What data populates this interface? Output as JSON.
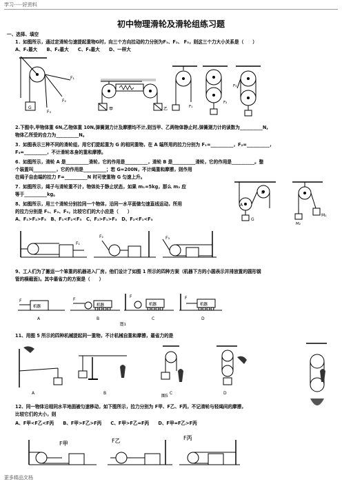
{
  "header": "学习-----好资料",
  "footer": "更多精品文档",
  "title": "初中物理滑轮及滑轮组练习题",
  "section1": "一、选择、填空",
  "q1": {
    "text": "1．如图所示，通过定滑轮匀速提起重物G时，向三个方向拉动的力分别为F₁、F₂、 F₃，则这三个力大小关系是（　　）",
    "options": "A、F₁最大　　B、F₂最大　　C、F₃最大　　D、一样大",
    "fig_labels": {
      "f1": "F₁",
      "f2": "F₂",
      "f3": "F₃",
      "g": "G",
      "jia": "甲",
      "yi": "乙",
      "f1b": "F₁",
      "f2b": "F₂",
      "f3b": "F₃"
    }
  },
  "q2": {
    "line1": "2.下图中,甲物体重 6N,乙物体重 10N,弹簧测力计及摩擦均不计,则当甲、乙两物体静止时,弹簧测力计的读数为__________N,",
    "line2": "物体乙所受的合力为__________N。"
  },
  "q3": {
    "line1": "3．如图表示三种不同的滑轮组，用它们提起重为 G 的相同重物，在 A 端所用的拉力分别为 F₁=__________，F₂=__________，",
    "line2": "F₃=__________，不计滑轮本身的重和摩擦。"
  },
  "q6": {
    "line1": "6．如图所示，滑轮 A 是__________滑轮，它的作用是__________，滑轮 B 是__________滑轮，它的作用是__________。整",
    "line2": "个装置叫__________，它的作用是__________；若 G=200N，不计绳重和摩擦，则作用",
    "line3": "在绳子自由端的拉力 F=__________N 时可使重物 G 匀速上升。"
  },
  "q7": {
    "line1": "7．如图所示，绳子与滑轮重不计，物体处于静止状态，如果 m₁=5kg，那么 m₂ 应",
    "line2": "等于__________kg。",
    "fig_labels": {
      "a": "A",
      "b": "B",
      "g": "G",
      "m1": "M₁",
      "m2": "M₂"
    }
  },
  "q8": {
    "line1": "8、如图所示，用三个滑轮分别拉同一个物体，沿同一水平面做匀速直线运动，所用",
    "line2": "的拉力分别是 F₁、F₂、F₃，比较它们的大小应是（　　）",
    "options": "A、F₁>F₂>F₃　B、F₁<F₂<F₃　C、F₂>F₁>F₃　D、F₂<F₁<F₃",
    "fig_labels": {
      "f1": "F₁",
      "f2": "F₂",
      "f3": "F₃"
    }
  },
  "q9": {
    "line1": "9、工人们为了搬运一个笨重的机器进入厂房，他们设计了如图 1 所示的四种方案（机器下方的小圆表示并排放置的圆形钢",
    "line2": "管的横截面)。其中最省力的方案是（　　）",
    "fig_labels": {
      "a": "A",
      "b": "B",
      "c": "C",
      "d": "D",
      "machine": "机器",
      "f": "F",
      "caption": "图1"
    }
  },
  "q11": {
    "line1": "11、用图 5 所示的四种机械提起同一重物，不计机械自重和摩擦，最省力的是",
    "fig_labels": {
      "a": "A",
      "b": "B",
      "c": "C",
      "d": "D",
      "caption": "图5"
    }
  },
  "q12": {
    "line1": "12、同一物体沿相同水平地面被匀速移动，如下图所示，拉力分别为 F甲、F乙、F丙，不记滑轮与轻绳间的摩擦，",
    "line2": "比较它们的大小，则",
    "options": "A、F甲<F乙<F丙　　B、F甲>F乙>F丙　　C、F甲>F乙=F丙　　D、F甲=F乙>F丙",
    "fig_labels": {
      "fjia": "F甲",
      "fyi": "F乙",
      "fbing": "F丙"
    }
  }
}
